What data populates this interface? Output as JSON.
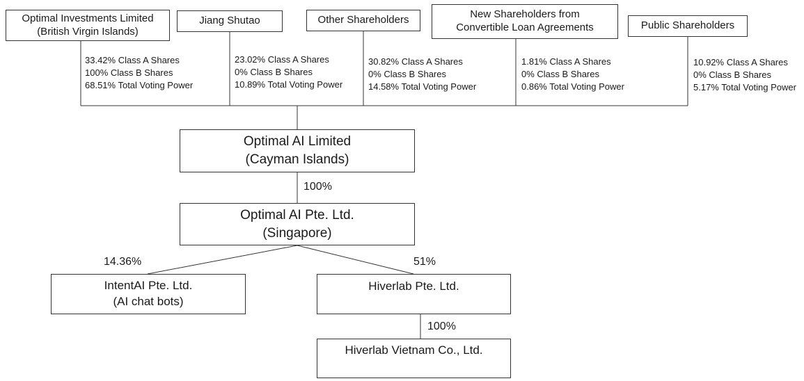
{
  "shareholders": [
    {
      "name_lines": [
        "Optimal Investments Limited",
        "(British Virgin Islands)"
      ],
      "stats": [
        "33.42% Class A Shares",
        "100% Class B Shares",
        "68.51% Total Voting Power"
      ]
    },
    {
      "name_lines": [
        "Jiang Shutao"
      ],
      "stats": [
        "23.02% Class A Shares",
        "0% Class B Shares",
        "10.89% Total Voting Power"
      ]
    },
    {
      "name_lines": [
        "Other Shareholders"
      ],
      "stats": [
        "30.82% Class A Shares",
        "0% Class B Shares",
        "14.58% Total Voting Power"
      ]
    },
    {
      "name_lines": [
        "New Shareholders from",
        "Convertible Loan Agreements"
      ],
      "stats": [
        "1.81% Class A Shares",
        "0% Class B Shares",
        "0.86% Total Voting Power"
      ]
    },
    {
      "name_lines": [
        "Public Shareholders"
      ],
      "stats": [
        "10.92% Class A Shares",
        "0% Class B Shares",
        "5.17% Total Voting Power"
      ]
    }
  ],
  "entities": {
    "parent": {
      "lines": [
        "Optimal AI Limited",
        "(Cayman Islands)"
      ]
    },
    "singapore": {
      "lines": [
        "Optimal AI Pte. Ltd.",
        "(Singapore)"
      ]
    },
    "intentai": {
      "lines": [
        "IntentAI Pte. Ltd.",
        "(AI chat bots)"
      ]
    },
    "hiverlab": {
      "lines": [
        "Hiverlab Pte. Ltd."
      ]
    },
    "vietnam": {
      "lines": [
        "Hiverlab Vietnam Co., Ltd."
      ]
    }
  },
  "ownership": {
    "parent_to_singapore": "100%",
    "singapore_to_intentai": "14.36%",
    "singapore_to_hiverlab": "51%",
    "hiverlab_to_vietnam": "100%"
  }
}
